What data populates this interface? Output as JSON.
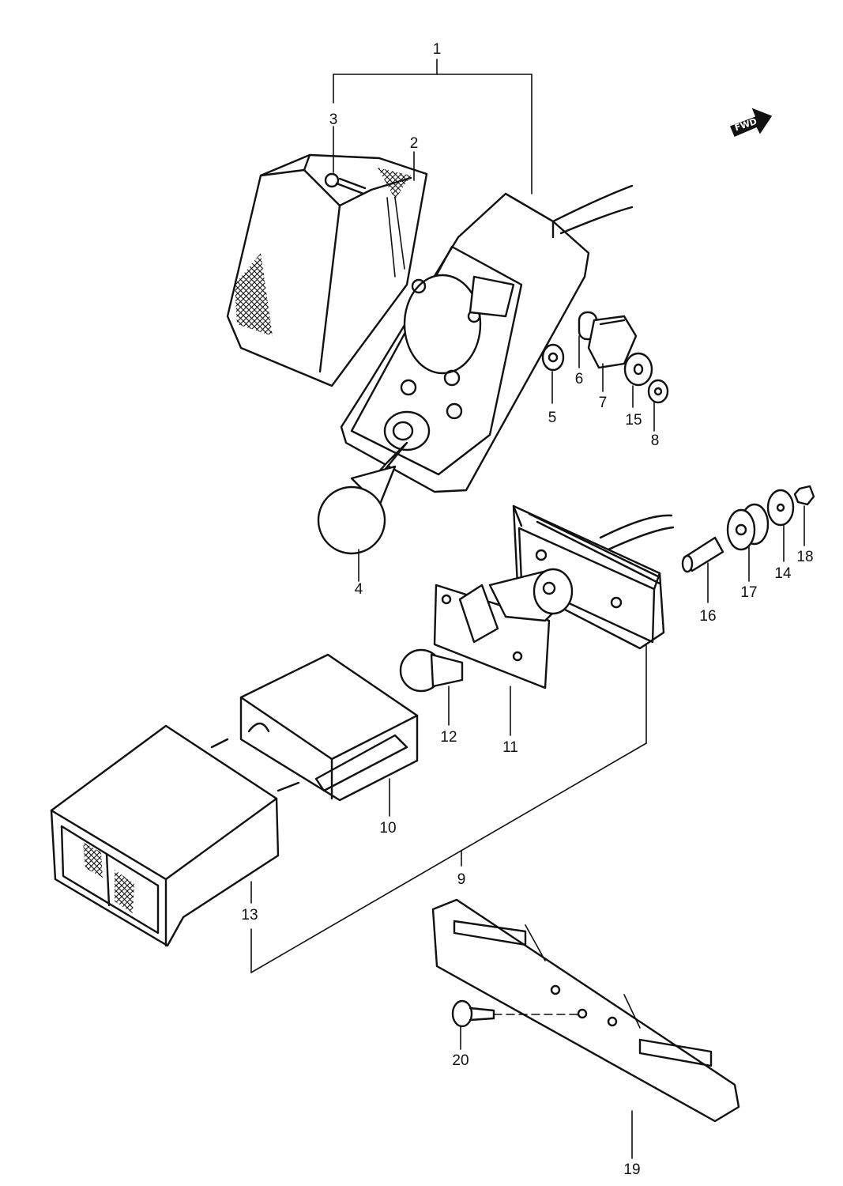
{
  "forward_arrow": {
    "label": "FWD"
  },
  "callouts": [
    {
      "id": "c1",
      "text": "1"
    },
    {
      "id": "c2",
      "text": "2"
    },
    {
      "id": "c3",
      "text": "3"
    },
    {
      "id": "c4",
      "text": "4"
    },
    {
      "id": "c5",
      "text": "5"
    },
    {
      "id": "c6",
      "text": "6"
    },
    {
      "id": "c7",
      "text": "7"
    },
    {
      "id": "c8",
      "text": "8"
    },
    {
      "id": "c9",
      "text": "9"
    },
    {
      "id": "c10",
      "text": "10"
    },
    {
      "id": "c11",
      "text": "11"
    },
    {
      "id": "c12",
      "text": "12"
    },
    {
      "id": "c13",
      "text": "13"
    },
    {
      "id": "c14",
      "text": "14"
    },
    {
      "id": "c15",
      "text": "15"
    },
    {
      "id": "c16",
      "text": "16"
    },
    {
      "id": "c17",
      "text": "17"
    },
    {
      "id": "c18",
      "text": "18"
    },
    {
      "id": "c19",
      "text": "19"
    },
    {
      "id": "c20",
      "text": "20"
    }
  ]
}
